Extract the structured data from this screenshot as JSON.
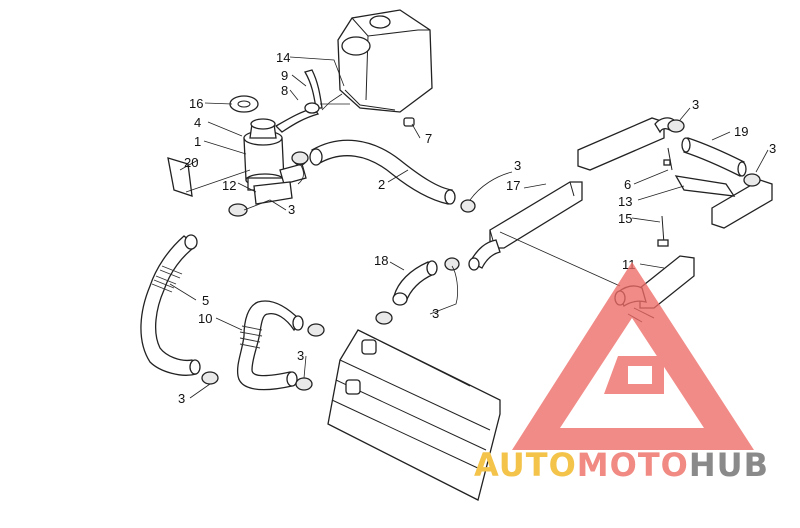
{
  "callouts": {
    "c14": "14",
    "c9": "9",
    "c8": "8",
    "c16": "16",
    "c4": "4",
    "c1": "1",
    "c20": "20",
    "c12": "12",
    "c2": "2",
    "c7": "7",
    "c3a": "3",
    "c3b": "3",
    "c3c": "3",
    "c3d": "3",
    "c3e": "3",
    "c3f": "3",
    "c3g": "3",
    "c17": "17",
    "c19": "19",
    "c6": "6",
    "c13": "13",
    "c15": "15",
    "c11": "11",
    "c18": "18",
    "c5": "5",
    "c10": "10"
  },
  "watermark": {
    "part_auto": "AUTO",
    "part_moto": "MOTO",
    "part_hub": "HUB",
    "color_auto": "#f3c34a",
    "color_moto": "#f08a82",
    "color_hub": "#8a8a8a",
    "logo_color": "#ee6b66"
  }
}
